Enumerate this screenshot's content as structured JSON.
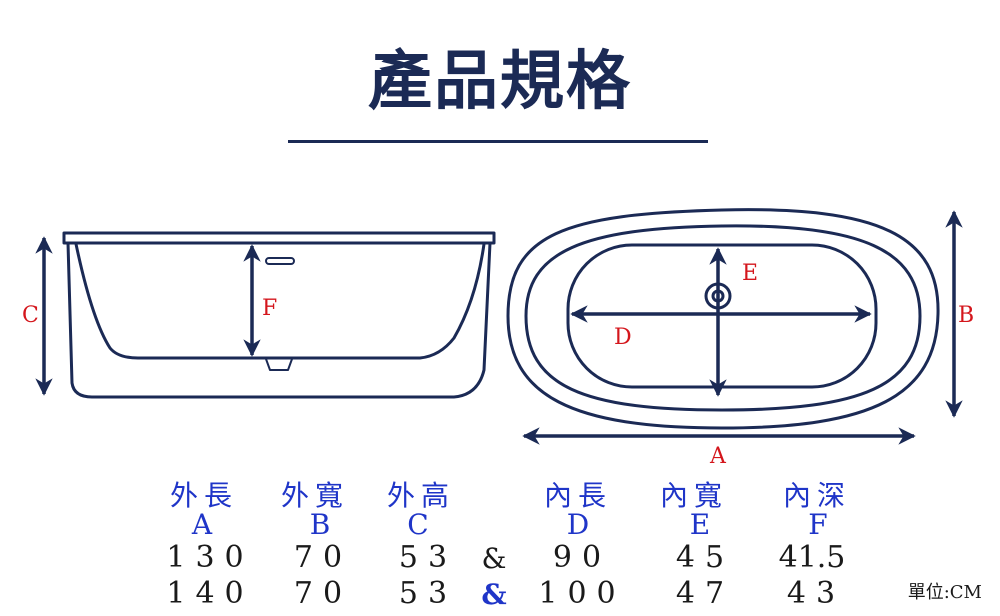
{
  "title": "產品規格",
  "labels": {
    "A": "A",
    "B": "B",
    "C": "C",
    "D": "D",
    "E": "E",
    "F": "F"
  },
  "headers": [
    "外長",
    "外寬",
    "外高",
    "內長",
    "內寬",
    "內深"
  ],
  "letters": [
    "A",
    "B",
    "C",
    "D",
    "E",
    "F"
  ],
  "rows": [
    {
      "outer": [
        "130",
        "70",
        "53"
      ],
      "sep": "&",
      "inner": [
        "90",
        "45",
        "41.5"
      ]
    },
    {
      "outer": [
        "140",
        "70",
        "53"
      ],
      "sep": "&",
      "inner": [
        "100",
        "47",
        "43"
      ]
    }
  ],
  "unit": "單位:CM",
  "colors": {
    "navy": "#1b2a55",
    "label_red": "#d4161c",
    "header_blue": "#1f35c8"
  }
}
